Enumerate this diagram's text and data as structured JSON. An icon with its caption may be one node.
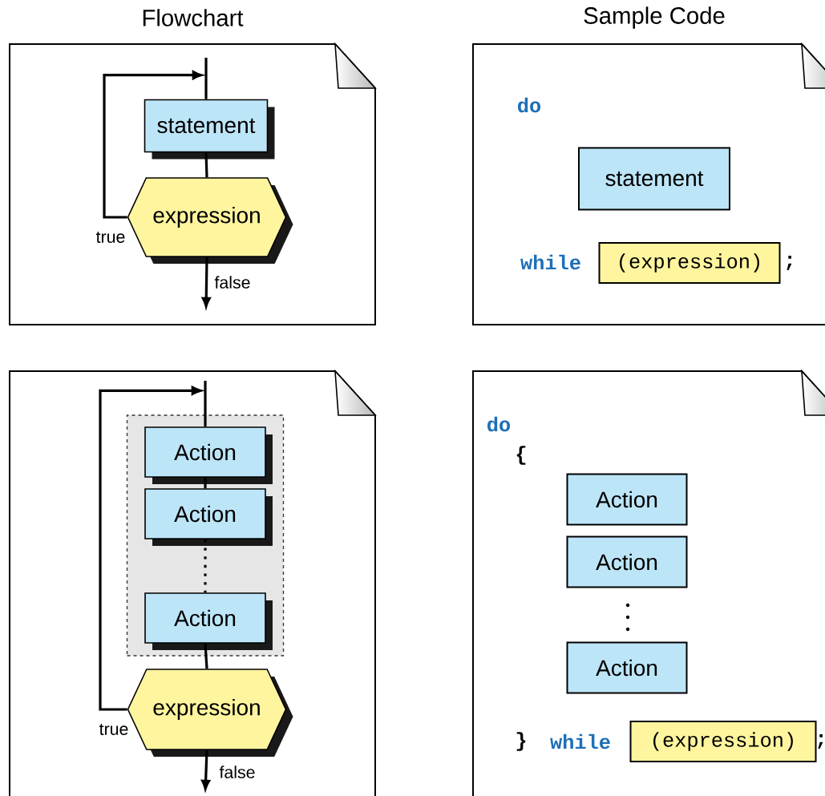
{
  "diagram": {
    "nodes": [
      {
        "text": [
          "statement"
        ]
      },
      {
        "text": [
          "expression"
        ]
      },
      {
        "text": [
          "statement"
        ]
      },
      {
        "text": [
          "(expression)"
        ]
      },
      {
        "text": [],
        "shape": "box"
      },
      {
        "text": [
          "Action"
        ],
        "in": 4
      },
      {
        "text": [
          "Action"
        ],
        "in": 4
      },
      {
        "text": [
          "Action"
        ],
        "in": 4
      },
      {
        "text": [
          "expression"
        ]
      },
      {
        "text": [
          "Action"
        ]
      },
      {
        "text": [
          "Action"
        ]
      },
      {
        "text": [
          "Action"
        ]
      },
      {
        "text": [
          "(expression)"
        ]
      }
    ],
    "edges": [
      {
        "from": null,
        "to": 0,
        "arrow": "none"
      },
      {
        "from": 0,
        "to": 1,
        "arrow": "none"
      },
      {
        "from": 1,
        "to": 0,
        "arrow": "to",
        "label": "true"
      },
      {
        "from": 1,
        "to": null,
        "arrow": "to",
        "label": "false"
      },
      {
        "from": null,
        "to": 5,
        "arrow": "none"
      },
      {
        "from": 5,
        "to": 6,
        "arrow": "none"
      },
      {
        "from": 6,
        "to": 7,
        "arrow": "none",
        "style": "dashed"
      },
      {
        "from": 7,
        "to": 8,
        "arrow": "none"
      },
      {
        "from": 8,
        "to": 4,
        "arrow": "to",
        "label": "true"
      },
      {
        "from": 8,
        "to": null,
        "arrow": "to",
        "label": "false"
      }
    ],
    "labels": [
      "Flowchart",
      "Sample Code",
      "do",
      "while",
      ";",
      "do",
      "{",
      "}",
      "while",
      ";"
    ]
  }
}
